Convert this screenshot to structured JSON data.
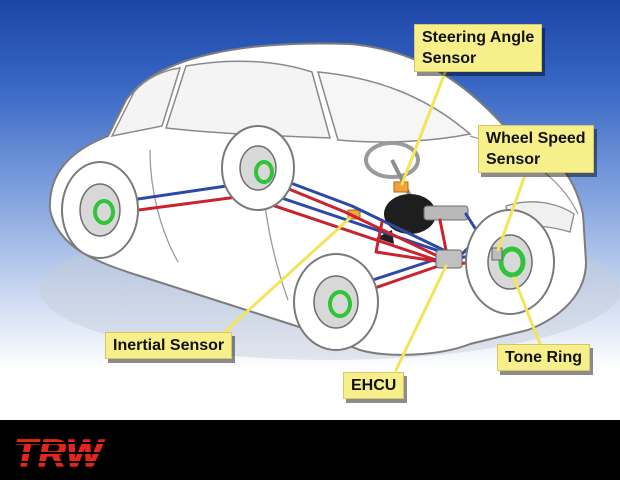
{
  "labels": {
    "steering_angle_sensor": "Steering Angle\nSensor",
    "wheel_speed_sensor": "Wheel Speed\nSensor",
    "inertial_sensor": "Inertial Sensor",
    "ehcu": "EHCU",
    "tone_ring": "Tone Ring"
  },
  "brand": {
    "name": "TRW",
    "color": "#e2261c"
  },
  "colors": {
    "callout_fill": "#f7ef8a",
    "leader_line": "#f4e45a",
    "brake_line_red": "#c8232f",
    "brake_line_blue": "#2c48a8",
    "tone_ring_green": "#2fc43a"
  }
}
